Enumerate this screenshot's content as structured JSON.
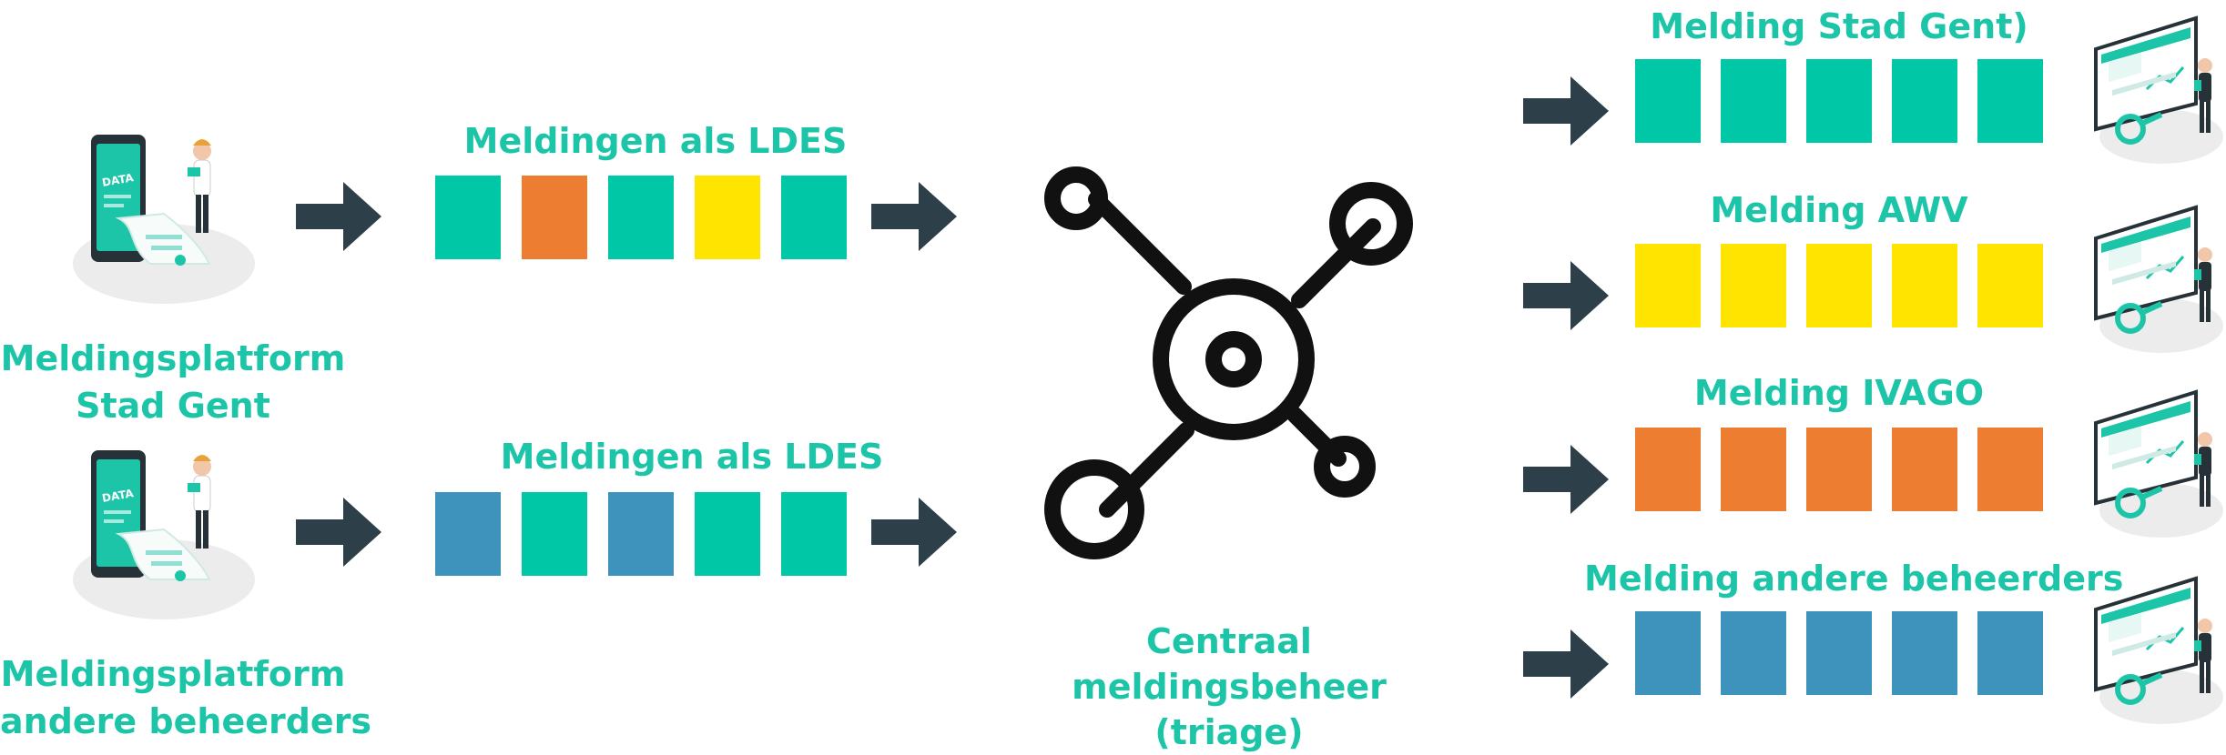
{
  "colors": {
    "teal": "#00c8a6",
    "orange": "#ed7d31",
    "yellow": "#ffe400",
    "blue": "#3d93bb",
    "arrow": "#2d3f49",
    "text": "#1dc5a8",
    "hub": "#111111"
  },
  "sources": [
    {
      "line1": "Meldingsplatform",
      "line2": "Stad Gent",
      "icon": "data-phone-person-illustration"
    },
    {
      "line1": "Meldingsplatform",
      "line2": "andere beheerders",
      "icon": "data-phone-person-illustration"
    }
  ],
  "streams": [
    {
      "label": "Meldingen als LDES",
      "blocks": [
        "teal",
        "orange",
        "teal",
        "yellow",
        "teal"
      ]
    },
    {
      "label": "Meldingen als LDES",
      "blocks": [
        "blue",
        "teal",
        "blue",
        "teal",
        "teal"
      ]
    }
  ],
  "hub": {
    "icon": "network-hub-icon",
    "line1": "Centraal",
    "line2": "meldingsbeheer",
    "line3": "(triage)"
  },
  "outputs": [
    {
      "label": "Melding Stad Gent)",
      "blocks": [
        "teal",
        "teal",
        "teal",
        "teal",
        "teal"
      ],
      "icon": "dashboard-person-illustration"
    },
    {
      "label": "Melding AWV",
      "blocks": [
        "yellow",
        "yellow",
        "yellow",
        "yellow",
        "yellow"
      ],
      "icon": "dashboard-person-illustration"
    },
    {
      "label": "Melding IVAGO",
      "blocks": [
        "orange",
        "orange",
        "orange",
        "orange",
        "orange"
      ],
      "icon": "dashboard-person-illustration"
    },
    {
      "label": "Melding andere beheerders",
      "blocks": [
        "blue",
        "blue",
        "blue",
        "blue",
        "blue"
      ],
      "icon": "dashboard-person-illustration"
    }
  ]
}
